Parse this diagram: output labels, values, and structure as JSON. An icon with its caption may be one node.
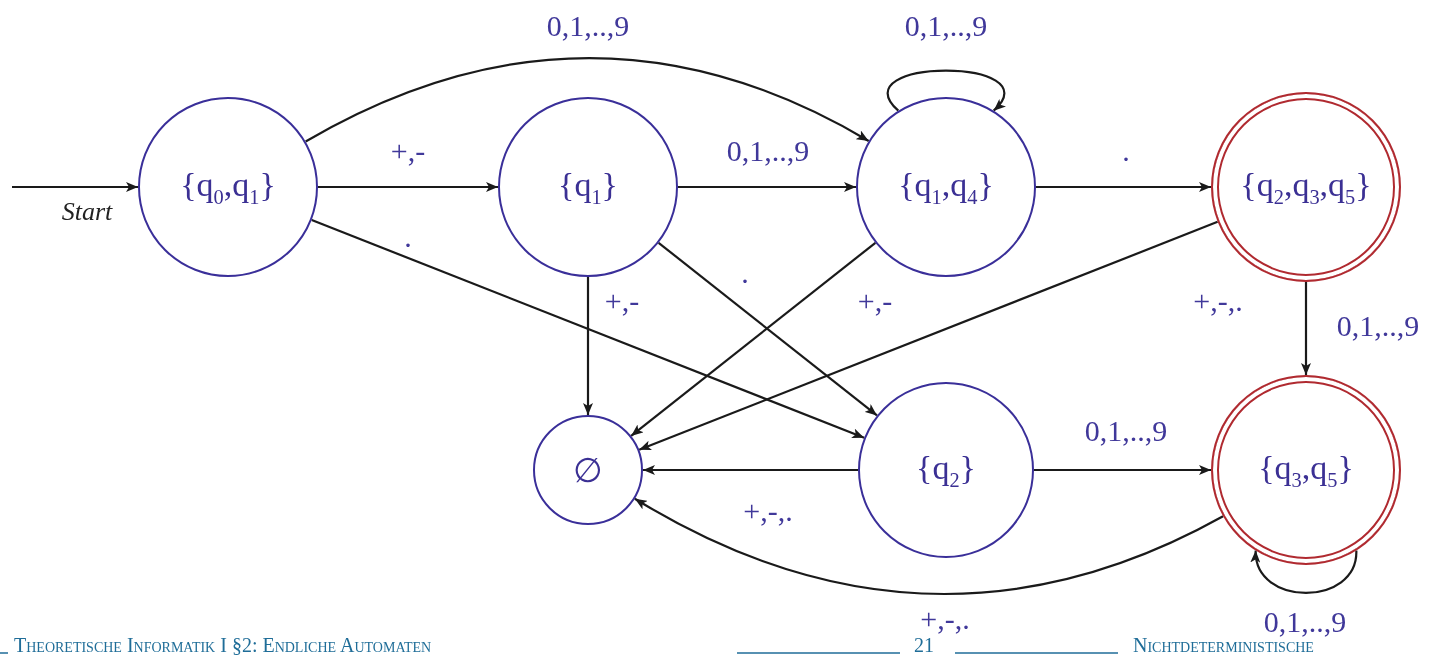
{
  "diagram": {
    "nodes": [
      {
        "text": [
          "{q$_{0}$,q$_{1}$}"
        ]
      },
      {
        "text": [
          "{q$_{1}$}"
        ]
      },
      {
        "text": [
          "{q$_{1}$,q$_{4}$}"
        ]
      },
      {
        "text": [
          "{q$_{2}$,q$_{3}$,q$_{5}$}"
        ]
      },
      {
        "text": [
          "∅"
        ]
      },
      {
        "text": [
          "{q$_{2}$}"
        ]
      },
      {
        "text": [
          "{q$_{3}$,q$_{5}$}"
        ]
      }
    ],
    "edges": [
      {
        "from": null,
        "to": 0,
        "arrow": "to",
        "label": "Start"
      },
      {
        "from": 0,
        "to": 1,
        "arrow": "to",
        "label": "+,-"
      },
      {
        "from": 0,
        "to": 2,
        "arrow": "to",
        "label": "0,1,..,9"
      },
      {
        "from": 0,
        "to": 5,
        "arrow": "to",
        "label": "."
      },
      {
        "from": 1,
        "to": 2,
        "arrow": "to",
        "label": "0,1,..,9"
      },
      {
        "from": 1,
        "to": 4,
        "arrow": "to",
        "label": "+,-"
      },
      {
        "from": 1,
        "to": 5,
        "arrow": "to",
        "label": "."
      },
      {
        "from": 2,
        "to": 2,
        "arrow": "to",
        "label": "0,1,..,9"
      },
      {
        "from": 2,
        "to": 3,
        "arrow": "to",
        "label": "."
      },
      {
        "from": 2,
        "to": 4,
        "arrow": "to",
        "label": "+,-"
      },
      {
        "from": 3,
        "to": 4,
        "arrow": "to",
        "label": "+,-,."
      },
      {
        "from": 3,
        "to": 6,
        "arrow": "to",
        "label": "0,1,..,9"
      },
      {
        "from": 5,
        "to": 6,
        "arrow": "to",
        "label": "0,1,..,9"
      },
      {
        "from": 5,
        "to": 4,
        "arrow": "to",
        "label": "+,-,."
      },
      {
        "from": 6,
        "to": 4,
        "arrow": "to",
        "label": "+,-,."
      },
      {
        "from": 6,
        "to": 6,
        "arrow": "to",
        "label": "0,1,..,9"
      }
    ],
    "labels": [
      "Theoretische Informatik I §2: Endliche Automaten",
      "21",
      "Nichtdeterministische"
    ]
  }
}
